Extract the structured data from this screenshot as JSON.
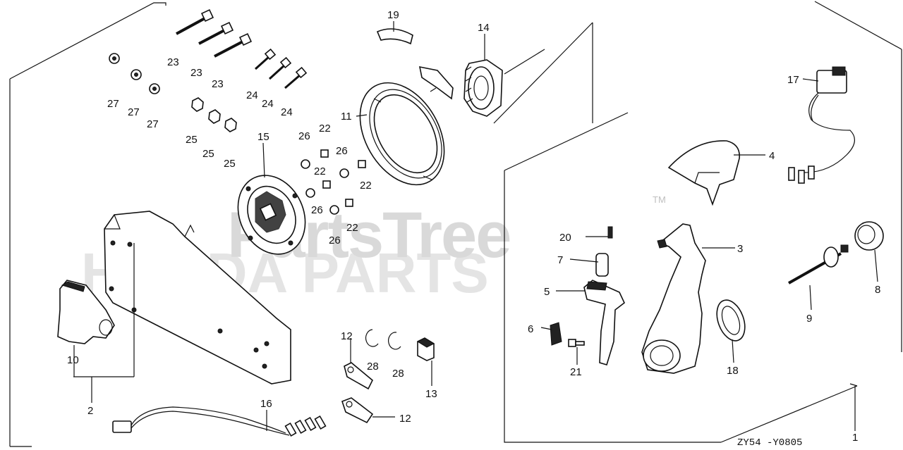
{
  "watermark": {
    "brand": "PartsTree",
    "trademark": "TM",
    "overlay": "HONDA PARTS"
  },
  "diagram_code": "ZY54 -Y0805",
  "labels": {
    "l1": "1",
    "l2": "2",
    "l3": "3",
    "l4": "4",
    "l5": "5",
    "l6": "6",
    "l7": "7",
    "l8": "8",
    "l9": "9",
    "l10": "10",
    "l11": "11",
    "l12a": "12",
    "l12b": "12",
    "l13": "13",
    "l14": "14",
    "l15": "15",
    "l16": "16",
    "l17": "17",
    "l18": "18",
    "l19": "19",
    "l20": "20",
    "l21": "21",
    "l22a": "22",
    "l22b": "22",
    "l22c": "22",
    "l22d": "22",
    "l23a": "23",
    "l23b": "23",
    "l23c": "23",
    "l24a": "24",
    "l24b": "24",
    "l24c": "24",
    "l25a": "25",
    "l25b": "25",
    "l25c": "25",
    "l26a": "26",
    "l26b": "26",
    "l26c": "26",
    "l26d": "26",
    "l27a": "27",
    "l27b": "27",
    "l27c": "27",
    "l28a": "28",
    "l28b": "28"
  }
}
